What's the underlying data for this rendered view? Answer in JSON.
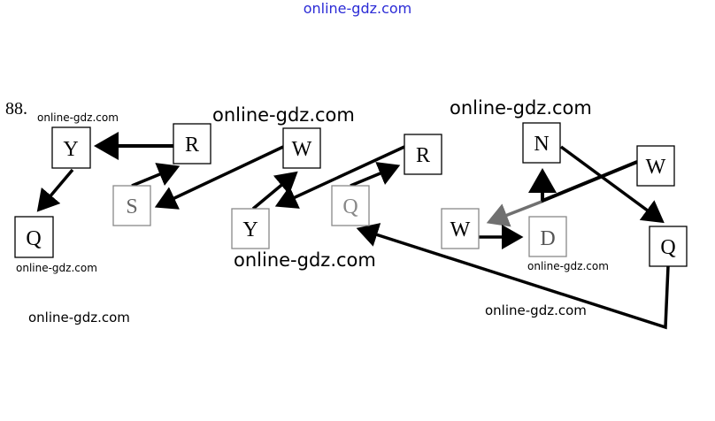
{
  "header": {
    "site": "online-gdz.com"
  },
  "problem_number": "88.",
  "watermarks": [
    "online-gdz.com",
    "online-gdz.com",
    "online-gdz.com",
    "online-gdz.com",
    "online-gdz.com",
    "online-gdz.com",
    "online-gdz.com"
  ],
  "nodes": {
    "y1": "Y",
    "q1": "Q",
    "r1": "R",
    "s": "S",
    "w1": "W",
    "y2": "Y",
    "r2": "R",
    "q2": "Q",
    "n": "N",
    "w3": "W",
    "w2": "W",
    "d": "D",
    "q3": "Q"
  },
  "colors": {
    "line": "#000000",
    "faded": "#707070",
    "header": "#2b2bd6"
  }
}
